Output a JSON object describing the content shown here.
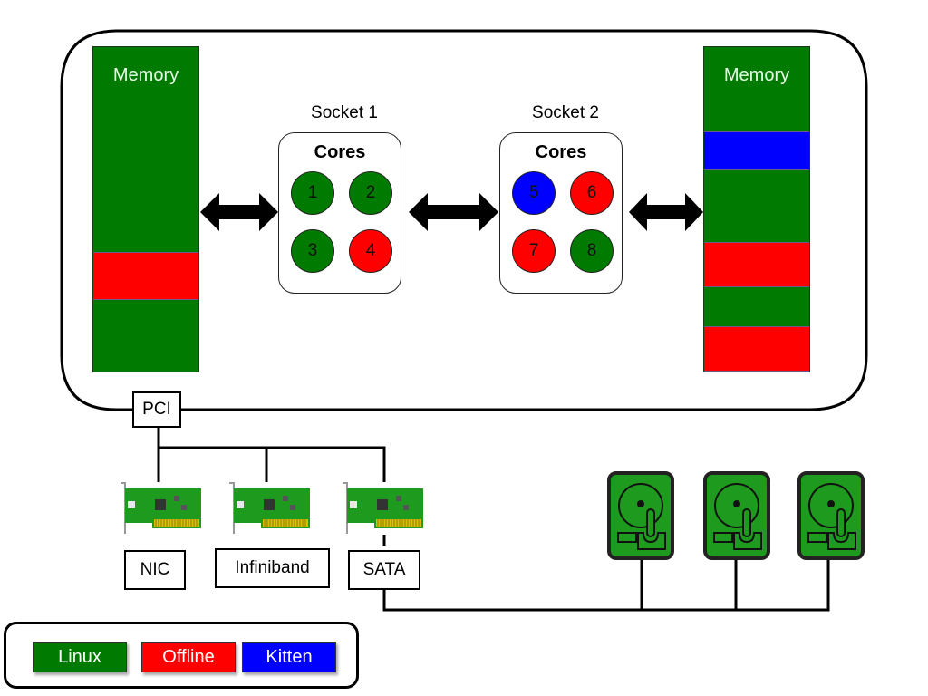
{
  "colors": {
    "linux": "#007a00",
    "offline": "#ff0000",
    "kitten": "#0000ff"
  },
  "memory_left": {
    "label": "Memory",
    "segments": [
      {
        "state": "linux",
        "from": 0.0,
        "to": 0.63
      },
      {
        "state": "offline",
        "from": 0.63,
        "to": 0.78
      },
      {
        "state": "linux",
        "from": 0.78,
        "to": 1.0
      }
    ]
  },
  "memory_right": {
    "label": "Memory",
    "segments": [
      {
        "state": "linux",
        "from": 0.0,
        "to": 0.26
      },
      {
        "state": "kitten",
        "from": 0.26,
        "to": 0.38
      },
      {
        "state": "linux",
        "from": 0.38,
        "to": 0.6
      },
      {
        "state": "offline",
        "from": 0.6,
        "to": 0.74
      },
      {
        "state": "linux",
        "from": 0.74,
        "to": 0.86
      },
      {
        "state": "offline",
        "from": 0.86,
        "to": 1.0
      }
    ]
  },
  "sockets": [
    {
      "label": "Socket 1",
      "cores_title": "Cores",
      "cores": [
        {
          "id": "1",
          "state": "linux"
        },
        {
          "id": "2",
          "state": "linux"
        },
        {
          "id": "3",
          "state": "linux"
        },
        {
          "id": "4",
          "state": "offline"
        }
      ]
    },
    {
      "label": "Socket 2",
      "cores_title": "Cores",
      "cores": [
        {
          "id": "5",
          "state": "kitten"
        },
        {
          "id": "6",
          "state": "offline"
        },
        {
          "id": "7",
          "state": "offline"
        },
        {
          "id": "8",
          "state": "linux"
        }
      ]
    }
  ],
  "bus": {
    "pci_label": "PCI"
  },
  "devices": [
    {
      "label": "NIC",
      "icon": "pci-card-icon"
    },
    {
      "label": "Infiniband",
      "icon": "pci-card-icon"
    },
    {
      "label": "SATA",
      "icon": "pci-card-icon"
    }
  ],
  "disks": [
    {
      "icon": "hard-disk-icon"
    },
    {
      "icon": "hard-disk-icon"
    },
    {
      "icon": "hard-disk-icon"
    }
  ],
  "legend": [
    {
      "label": "Linux",
      "state": "linux"
    },
    {
      "label": "Offline",
      "state": "offline"
    },
    {
      "label": "Kitten",
      "state": "kitten"
    }
  ]
}
